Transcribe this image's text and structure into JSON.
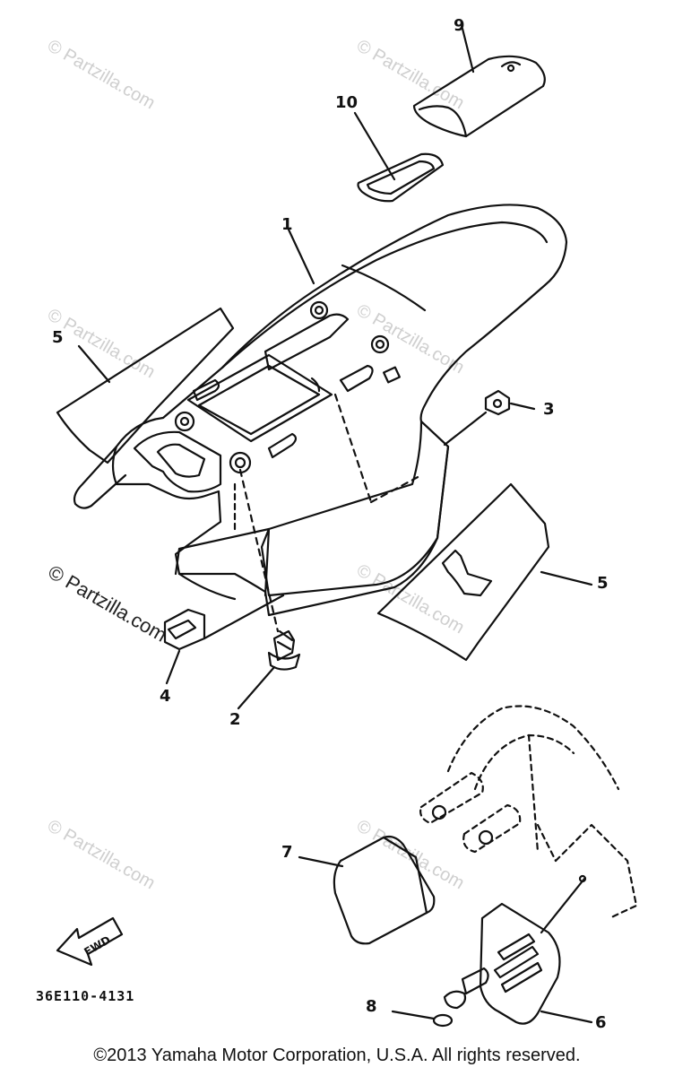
{
  "callouts": {
    "c1": "1",
    "c2": "2",
    "c3": "3",
    "c4": "4",
    "c5a": "5",
    "c5b": "5",
    "c6": "6",
    "c7": "7",
    "c8": "8",
    "c9": "9",
    "c10": "10"
  },
  "watermark": "© Partzilla.com",
  "fwd_label": "FWD",
  "diagram_code": "36E110-4131",
  "copyright": "©2013 Yamaha Motor Corporation, U.S.A. All rights reserved."
}
